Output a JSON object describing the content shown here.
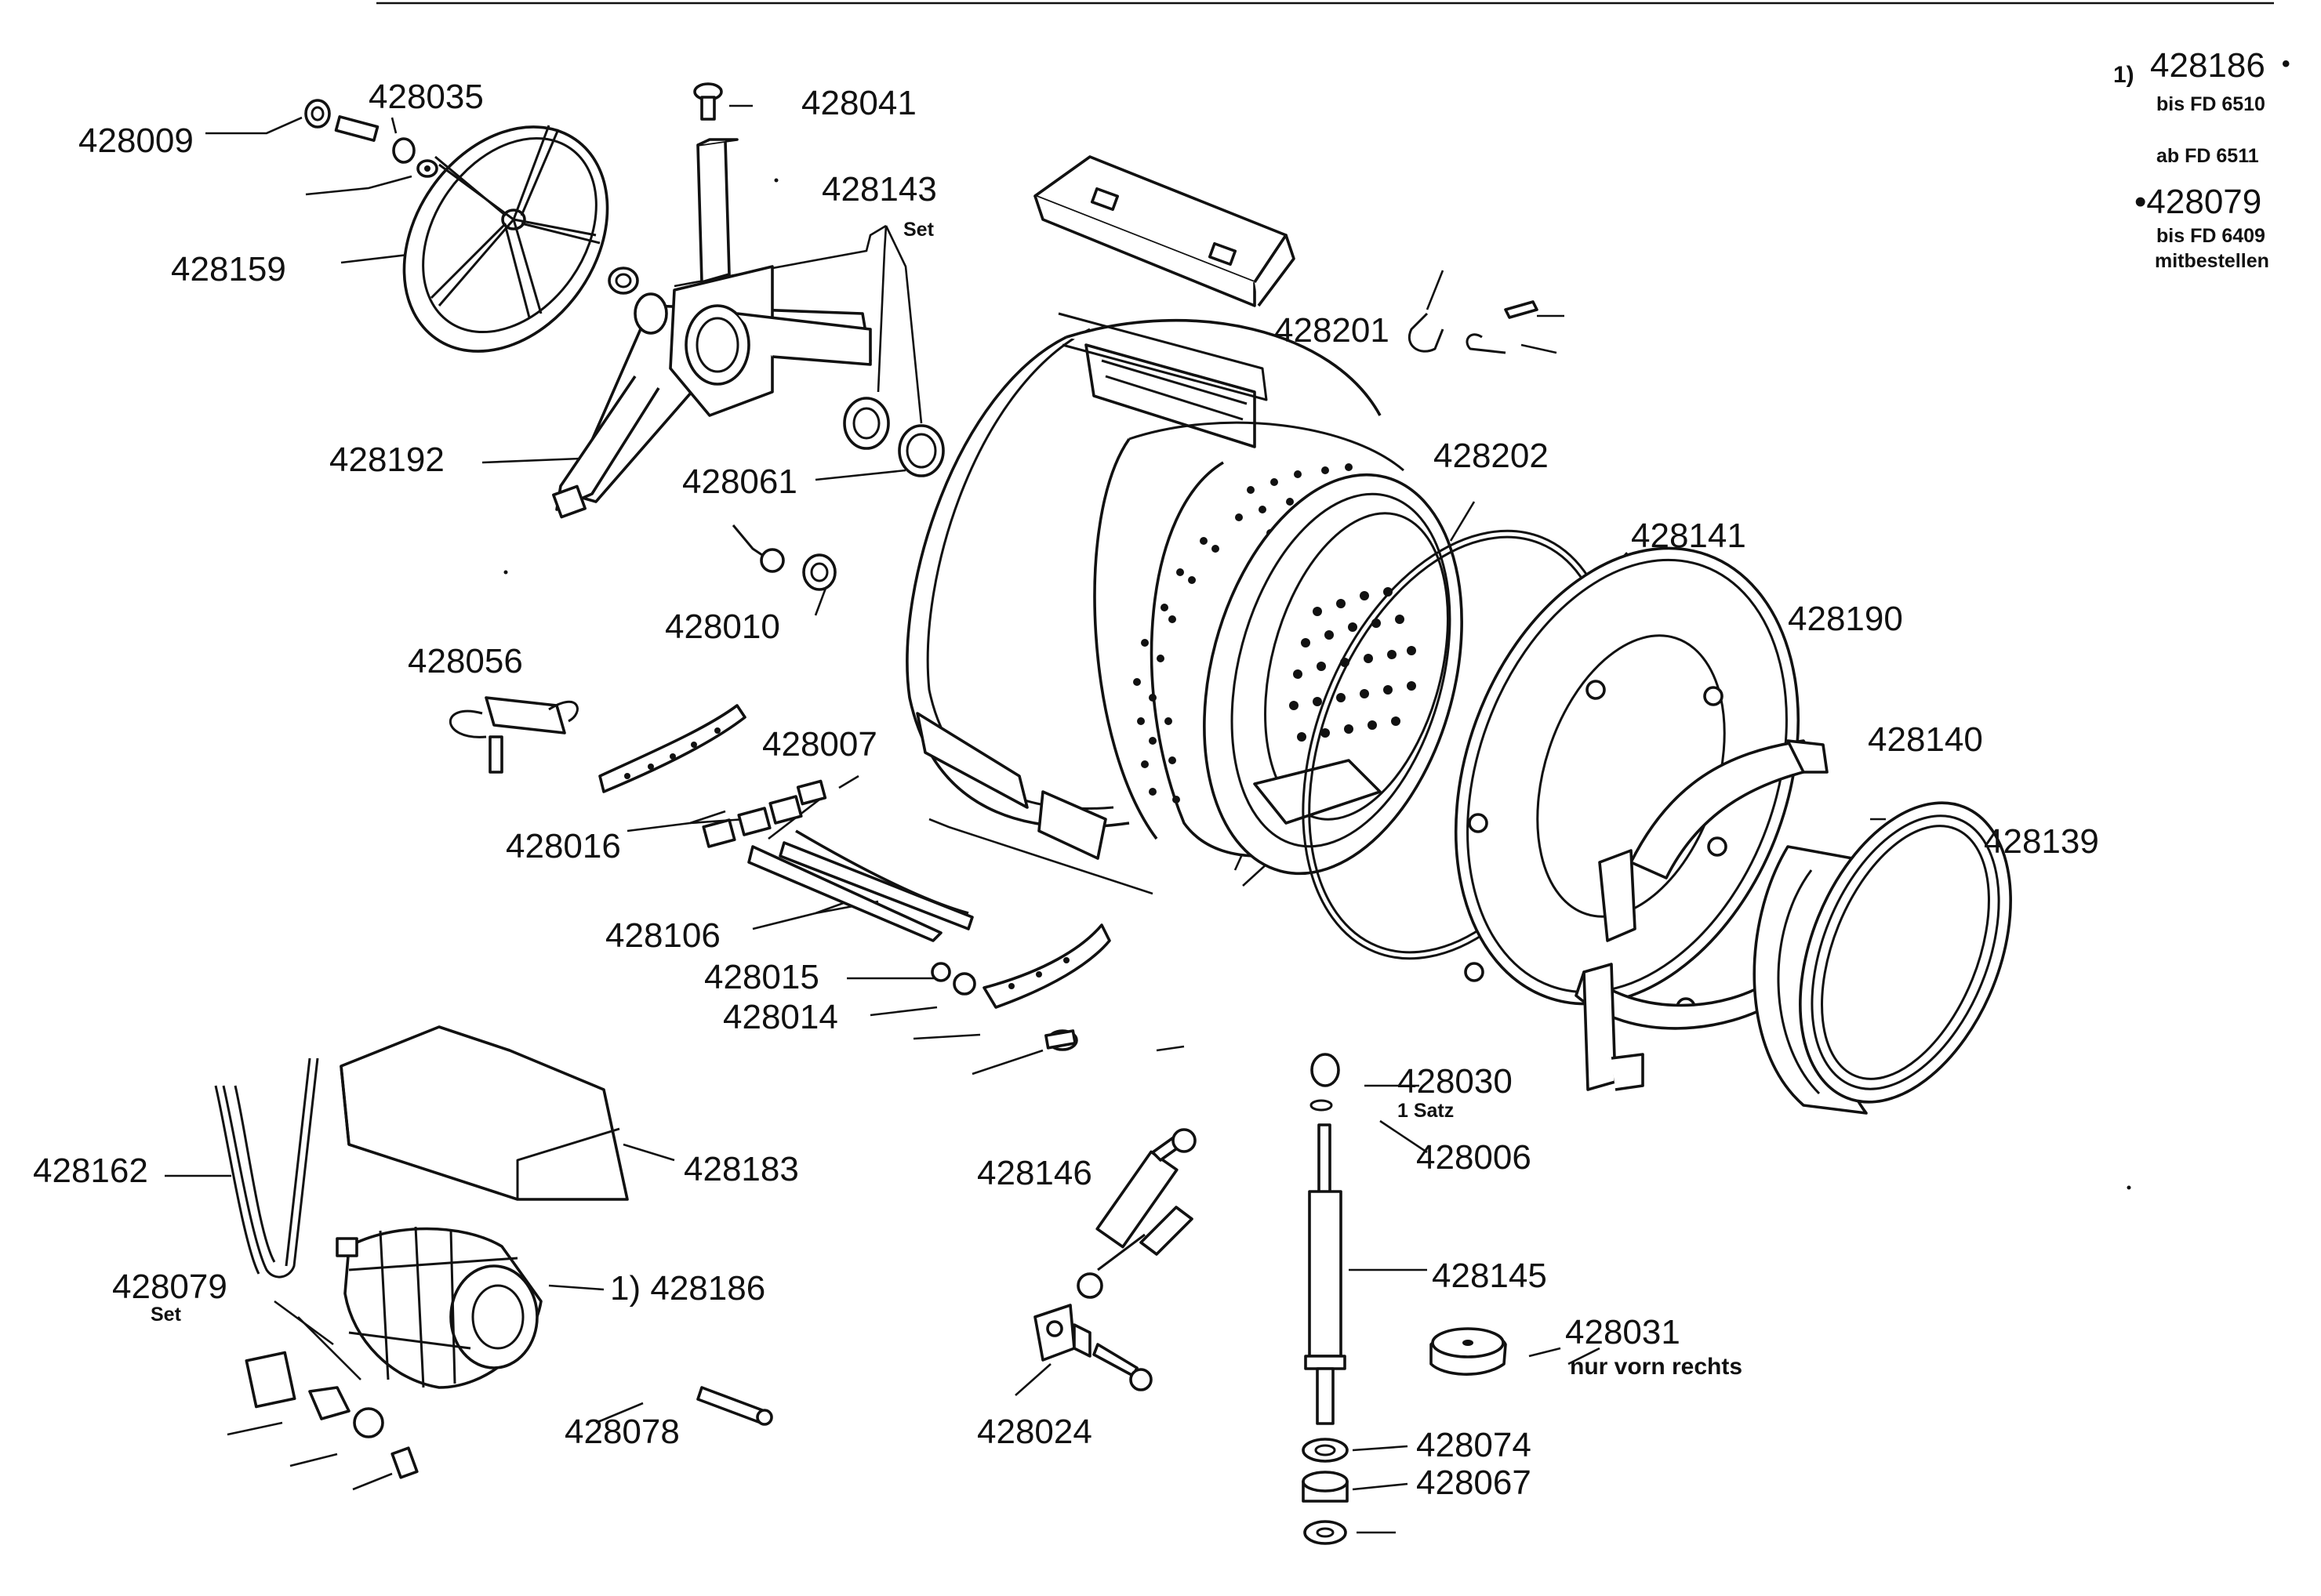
{
  "parts": {
    "p428009": "428009",
    "p428035": "428035",
    "p428041": "428041",
    "p428143": "428143",
    "p428143_set": "Set",
    "p428159": "428159",
    "p428192": "428192",
    "p428061": "428061",
    "p428010": "428010",
    "p428056": "428056",
    "p428007": "428007",
    "p428016": "428016",
    "p428106": "428106",
    "p428015": "428015",
    "p428014": "428014",
    "p428201": "428201",
    "p428202": "428202",
    "p428141": "428141",
    "p428190": "428190",
    "p428140": "428140",
    "p428139": "428139",
    "p428162": "428162",
    "p428183": "428183",
    "p428079": "428079",
    "p428079_set": "Set",
    "p428186": "1) 428186",
    "p428078": "428078",
    "p428146": "428146",
    "p428024": "428024",
    "p428030": "428030",
    "p428030_note": "1 Satz",
    "p428006": "428006",
    "p428145": "428145",
    "p428031": "428031",
    "p428031_note": "nur vorn rechts",
    "p428074": "428074",
    "p428067": "428067"
  },
  "legend": {
    "marker": "1)",
    "motor_part": "428186",
    "bullet": "•",
    "motor_note": "bis FD 6510",
    "from_note": "ab FD 6511",
    "brush_part": "•428079",
    "brush_note1": "bis FD 6409",
    "brush_note2": "mitbestellen"
  }
}
